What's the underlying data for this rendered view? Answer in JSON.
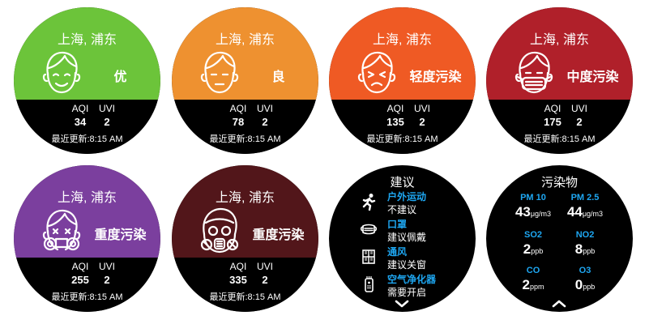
{
  "location": "上海, 浦东",
  "labels": {
    "aqi": "AQI",
    "uvi": "UVI"
  },
  "last_update": "最近更新:8:15 AM",
  "levels": [
    {
      "level": "优",
      "aqi": "34",
      "uvi": "2",
      "color": "#6cc43a",
      "face": "smile-face-icon"
    },
    {
      "level": "良",
      "aqi": "78",
      "uvi": "2",
      "color": "#ee9130",
      "face": "neutral-face-icon"
    },
    {
      "level": "轻度污染",
      "aqi": "135",
      "uvi": "2",
      "color": "#ef5a24",
      "face": "squint-face-icon"
    },
    {
      "level": "中度污染",
      "aqi": "175",
      "uvi": "2",
      "color": "#b0202a",
      "face": "mask-face-icon"
    },
    {
      "level": "重度污染",
      "aqi": "255",
      "uvi": "2",
      "color": "#7b3f9e",
      "face": "respirator-face-icon"
    },
    {
      "level": "重度污染",
      "aqi": "335",
      "uvi": "2",
      "color": "#52161a",
      "face": "gasmask-face-icon"
    }
  ],
  "advice": {
    "title": "建议",
    "items": [
      {
        "title": "户外运动",
        "status": "不建议",
        "icon": "running-person-icon"
      },
      {
        "title": "口罩",
        "status": "建议佩戴",
        "icon": "face-mask-icon"
      },
      {
        "title": "通风",
        "status": "建议关窗",
        "icon": "window-icon"
      },
      {
        "title": "空气净化器",
        "status": "需要开启",
        "icon": "air-purifier-icon"
      }
    ],
    "more_icon": "chevron-down-icon"
  },
  "pollutants": {
    "title": "污染物",
    "items": [
      {
        "name": "PM 10",
        "value": "43",
        "unit": "μg/m3"
      },
      {
        "name": "PM 2.5",
        "value": "44",
        "unit": "μg/m3"
      },
      {
        "name": "SO2",
        "value": "2",
        "unit": "ppb"
      },
      {
        "name": "NO2",
        "value": "8",
        "unit": "ppb"
      },
      {
        "name": "CO",
        "value": "2",
        "unit": "ppm"
      },
      {
        "name": "O3",
        "value": "0",
        "unit": "ppb"
      }
    ],
    "back_icon": "chevron-up-icon"
  }
}
